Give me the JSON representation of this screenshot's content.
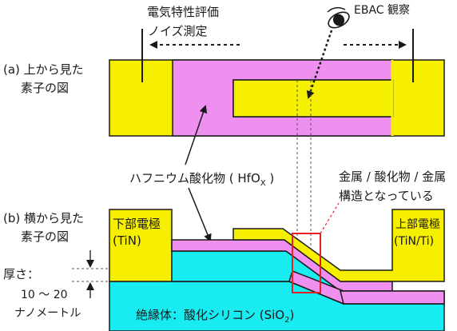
{
  "labels": {
    "measure_line1": "電気特性評価",
    "measure_line2": "ノイズ測定",
    "ebac": "EBAC 観察",
    "top_view_line1": "(a) 上から見た",
    "top_view_line2": "素子の図",
    "hafnium_main": "ハフニウム酸化物 ( HfO",
    "hafnium_sub": "X",
    "hafnium_close": " )",
    "mim_line1": "金属 / 酸化物 / 金属",
    "mim_line2": "構造となっている",
    "side_view_line1": "(b) 横から見た",
    "side_view_line2": "素子の図",
    "lower_electrode_line1": "下部電極",
    "lower_electrode_line2": "(TiN)",
    "upper_electrode_line1": "上部電極",
    "upper_electrode_line2": "(TiN/Ti)",
    "thickness_line1": "厚さ：",
    "thickness_line2": "10 ～ 20",
    "thickness_line3": "ナノメートル",
    "substrate_main": "絶縁体：酸化シリコン (SiO",
    "substrate_sub": "2",
    "substrate_close": ")"
  },
  "colors": {
    "electrode": "#f7ef00",
    "oxide": "#ef8ff0",
    "cyan": "#19ecf0",
    "highlight": "#e62020",
    "stroke": "#1a1a1a"
  }
}
